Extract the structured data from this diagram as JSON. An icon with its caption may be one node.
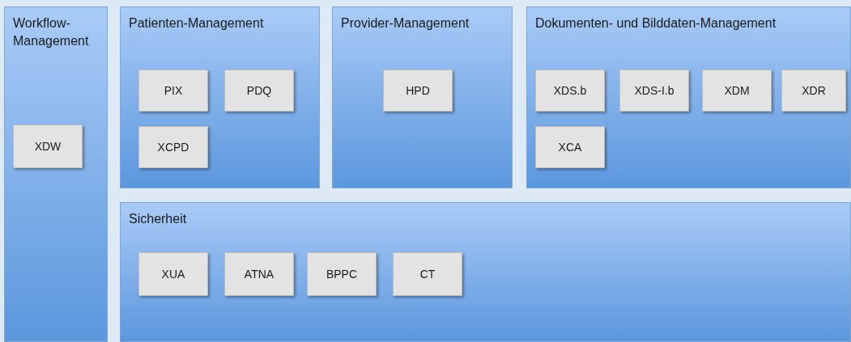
{
  "diagram": {
    "nodes": [
      {
        "text": [
          "Workflow-Management"
        ]
      },
      {
        "text": [
          "XDW"
        ],
        "in": 0
      },
      {
        "text": [
          "Patienten-Management"
        ]
      },
      {
        "text": [
          "PIX"
        ],
        "in": 2
      },
      {
        "text": [
          "PDQ"
        ],
        "in": 2
      },
      {
        "text": [
          "XCPD"
        ],
        "in": 2
      },
      {
        "text": [
          "Provider-Management"
        ]
      },
      {
        "text": [
          "HPD"
        ],
        "in": 6
      },
      {
        "text": [
          "Dokumenten- und Bilddaten-Management"
        ]
      },
      {
        "text": [
          "XDS.b"
        ],
        "in": 8
      },
      {
        "text": [
          "XDS-I.b"
        ],
        "in": 8
      },
      {
        "text": [
          "XDM"
        ],
        "in": 8
      },
      {
        "text": [
          "XDR"
        ],
        "in": 8
      },
      {
        "text": [
          "XCA"
        ],
        "in": 8
      },
      {
        "text": [
          "Sicherheit"
        ]
      },
      {
        "text": [
          "XUA"
        ],
        "in": 14
      },
      {
        "text": [
          "ATNA"
        ],
        "in": 14
      },
      {
        "text": [
          "BPPC"
        ],
        "in": 14
      },
      {
        "text": [
          "CT"
        ],
        "in": 14
      }
    ]
  }
}
